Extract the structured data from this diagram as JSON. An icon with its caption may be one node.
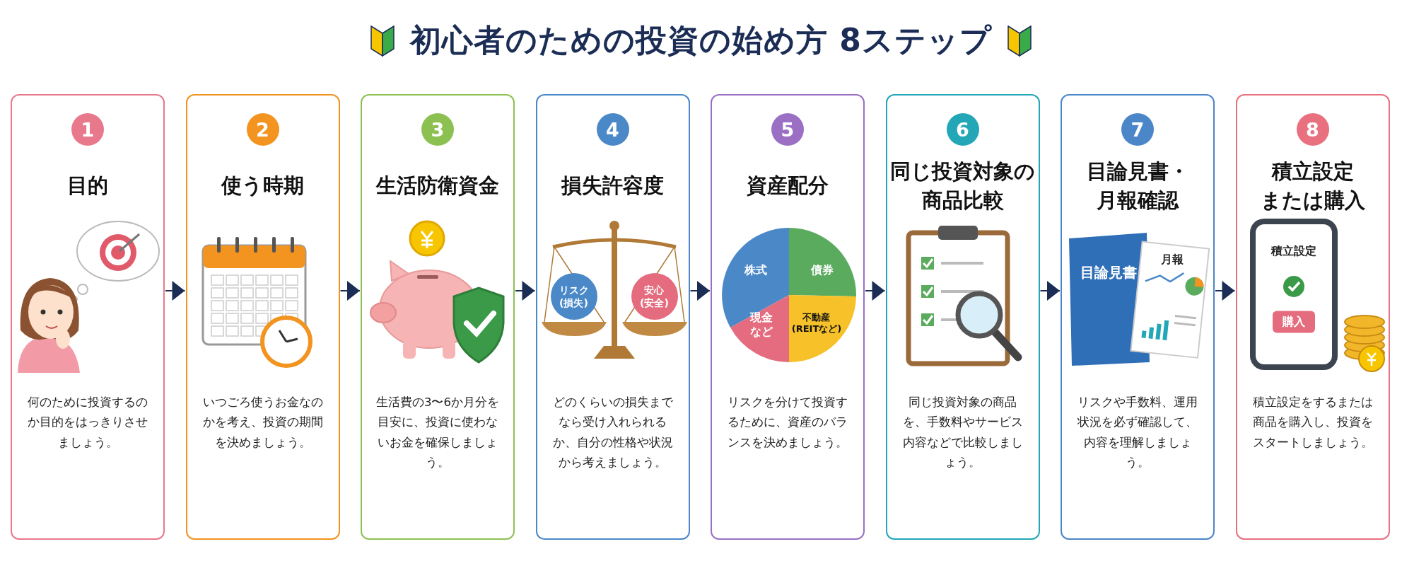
{
  "diagram": {
    "title": "初心者のための投資の始め方 8ステップ",
    "nodes": [
      {
        "text": [
          "1",
          "目的",
          "何のために投資するのか目的をはっきりさせましょう。"
        ]
      },
      {
        "text": [
          "2",
          "使う時期",
          "いつごろ使うお金なのかを考え、投資の期間を決めましょう。"
        ]
      },
      {
        "text": [
          "3",
          "生活防衛資金",
          "生活費の3〜6か月分を目安に、投資に使わないお金を確保しましょう。"
        ]
      },
      {
        "text": [
          "4",
          "損失許容度",
          "どのくらいの損失までなら受け入れられるか、自分の性格や状況から考えましょう。"
        ]
      },
      {
        "text": [
          "5",
          "資産配分",
          "リスクを分けて投資するために、資産のバランスを決めましょう。"
        ]
      },
      {
        "text": [
          "6",
          "同じ投資対象の商品比較",
          "同じ投資対象の商品を、手数料やサービス内容などで比較しましょう。"
        ]
      },
      {
        "text": [
          "7",
          "目論見書・月報確認",
          "リスクや手数料、運用状況を必ず確認して、内容を理解しましょう。"
        ]
      },
      {
        "text": [
          "8",
          "積立設定または購入",
          "積立設定をするまたは商品を購入し、投資をスタートしましょう。"
        ]
      }
    ],
    "edges": [
      {
        "from": 0,
        "to": 1,
        "arrow": "to"
      },
      {
        "from": 1,
        "to": 2,
        "arrow": "to"
      },
      {
        "from": 2,
        "to": 3,
        "arrow": "to"
      },
      {
        "from": 3,
        "to": 4,
        "arrow": "to"
      },
      {
        "from": 4,
        "to": 5,
        "arrow": "to"
      },
      {
        "from": 5,
        "to": 6,
        "arrow": "to"
      },
      {
        "from": 6,
        "to": 7,
        "arrow": "to"
      }
    ],
    "labels": [
      "リスク(損失)",
      "安心(安全)",
      "株式",
      "債券",
      "現金など",
      "不動産(REITなど)",
      "目論見書",
      "月報",
      "積立設定",
      "購入"
    ]
  }
}
